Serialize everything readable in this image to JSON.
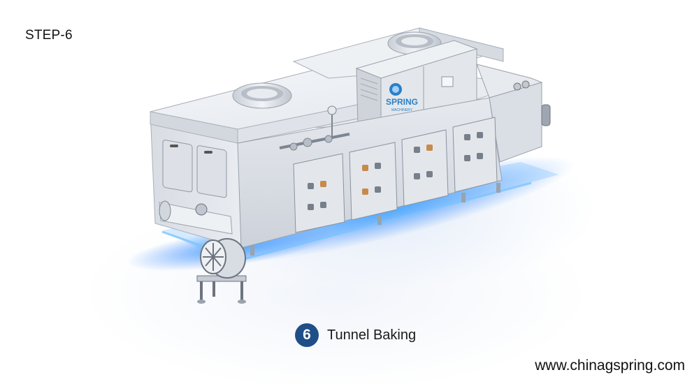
{
  "step_label": "STEP-6",
  "caption": {
    "number": "6",
    "title": "Tunnel Baking"
  },
  "machine_brand": {
    "name": "SPRING",
    "sub": "MACHINERY"
  },
  "website": "www.chinagspring.com",
  "colors": {
    "step_circle": "#1f4f86",
    "glow": "#2a8cff",
    "steel": "#dfe3e8"
  }
}
